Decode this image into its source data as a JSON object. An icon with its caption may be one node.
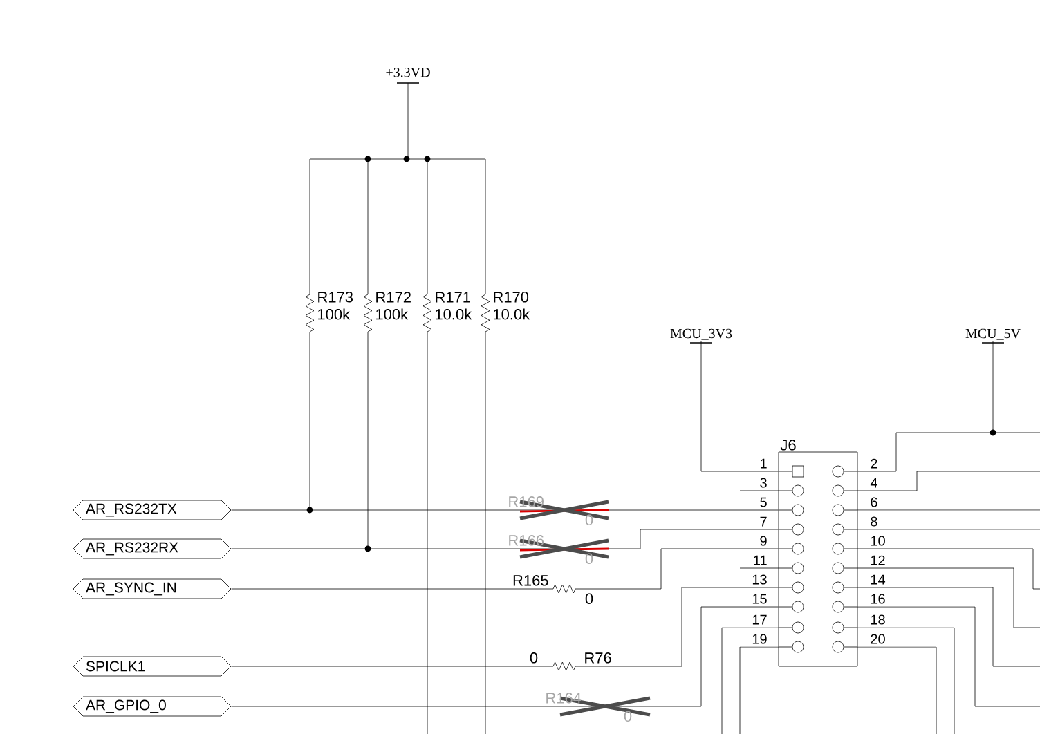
{
  "diagram": {
    "nodes": [
      {
        "text": [
          "AR_RS232TX"
        ]
      },
      {
        "text": [
          "AR_RS232RX"
        ]
      },
      {
        "text": [
          "AR_SYNC_IN"
        ]
      },
      {
        "text": [
          "SPICLK1"
        ]
      },
      {
        "text": [
          "AR_GPIO_0"
        ]
      },
      {
        "text": [
          "MCU_3V3"
        ]
      },
      {
        "text": [
          "MCU_5V"
        ]
      },
      {
        "text": [
          "J6"
        ]
      }
    ],
    "edges": [
      {
        "from": 0,
        "to": 7,
        "arrow": "none"
      },
      {
        "from": 1,
        "to": 7,
        "arrow": "none"
      },
      {
        "from": 2,
        "to": 7,
        "arrow": "none"
      },
      {
        "from": 3,
        "to": 7,
        "arrow": "none"
      },
      {
        "from": 4,
        "to": 7,
        "arrow": "none"
      },
      {
        "from": 5,
        "to": 7,
        "arrow": "none"
      },
      {
        "from": 6,
        "to": 7,
        "arrow": "none"
      }
    ],
    "labels": [
      "+3.3VD",
      "R173",
      "100k",
      "R172",
      "100k",
      "R171",
      "10.0k",
      "R170",
      "10.0k",
      "R169",
      "0",
      "R166",
      "0",
      "R165",
      "0",
      "0",
      "R76",
      "R164",
      "0",
      "1",
      "2",
      "3",
      "4",
      "5",
      "6",
      "7",
      "8",
      "9",
      "10",
      "11",
      "12",
      "13",
      "14",
      "15",
      "16",
      "17",
      "18",
      "19",
      "20"
    ]
  }
}
